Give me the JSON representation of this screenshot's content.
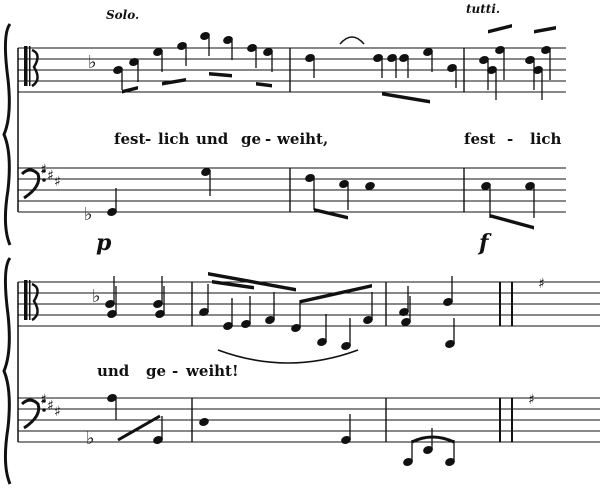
{
  "score": {
    "system1": {
      "solo_marking": "Solo.",
      "tutti_marking": "tutti.",
      "lyrics": [
        "fest",
        "-",
        "lich",
        "und",
        "ge",
        "-",
        "weiht,",
        "fest",
        "-",
        "lich"
      ],
      "dynamics": [
        "p",
        "f"
      ]
    },
    "system2": {
      "lyrics": [
        "und",
        "ge",
        "-",
        "weiht!"
      ]
    },
    "ink_color": "#111111"
  }
}
